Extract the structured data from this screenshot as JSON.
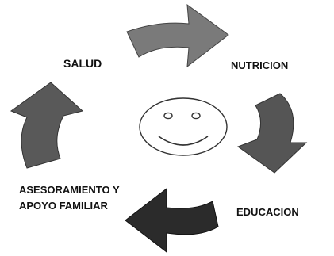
{
  "nodes": {
    "salud": "SALUD",
    "nutricion": "NUTRICION",
    "educacion": "EDUCACION",
    "asesoramiento_line1": "ASESORAMIENTO Y",
    "asesoramiento_line2": "APOYO FAMILIAR"
  },
  "colors": {
    "arrow_top": "#7a7a7a",
    "arrow_right": "#555555",
    "arrow_bottom": "#2b2b2b",
    "arrow_left": "#595959",
    "face_outline": "#333333",
    "text": "#111111"
  },
  "center_icon": "smiley-face-icon"
}
